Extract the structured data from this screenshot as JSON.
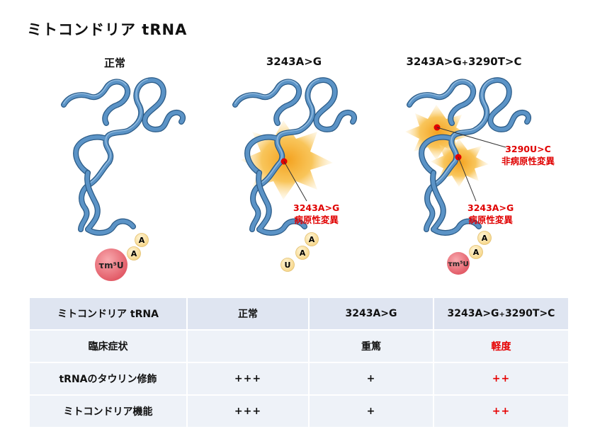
{
  "title": "ミトコンドリア tRNA",
  "columns": {
    "normal": "正常",
    "mut1": "3243A>G",
    "mut2": "3243A>G⁢3290T>C"
  },
  "nucleotides": {
    "a": "A",
    "u": "U",
    "taum5u": "τm⁵U"
  },
  "annotations": {
    "p3243": {
      "line1": "3243A>G",
      "line2": "病原性変異"
    },
    "p3290": {
      "line1": "3290U>C",
      "line2": "非病原性変異"
    }
  },
  "table": {
    "headers": [
      "ミトコンドリア tRNA",
      "正常",
      "3243A>G",
      "3243A>G+3290T>C"
    ],
    "rows": [
      {
        "label": "臨床症状",
        "normal": "",
        "mut1": "重篤",
        "mut2": "軽度"
      },
      {
        "label": "tRNAのタウリン修飾",
        "normal": "+++",
        "mut1": "+",
        "mut2": "++"
      },
      {
        "label": "ミトコンドリア機能",
        "normal": "+++",
        "mut1": "+",
        "mut2": "++"
      }
    ]
  },
  "colors": {
    "backbone": "#4f86b8",
    "backbone_dark": "#2a5a86",
    "nucleotide_fill": "#fbe3a3",
    "taum5u_fill": "#ec6f78",
    "star": "#f5a623",
    "mutation_dot": "#e00000",
    "accent_red": "#e60000"
  }
}
